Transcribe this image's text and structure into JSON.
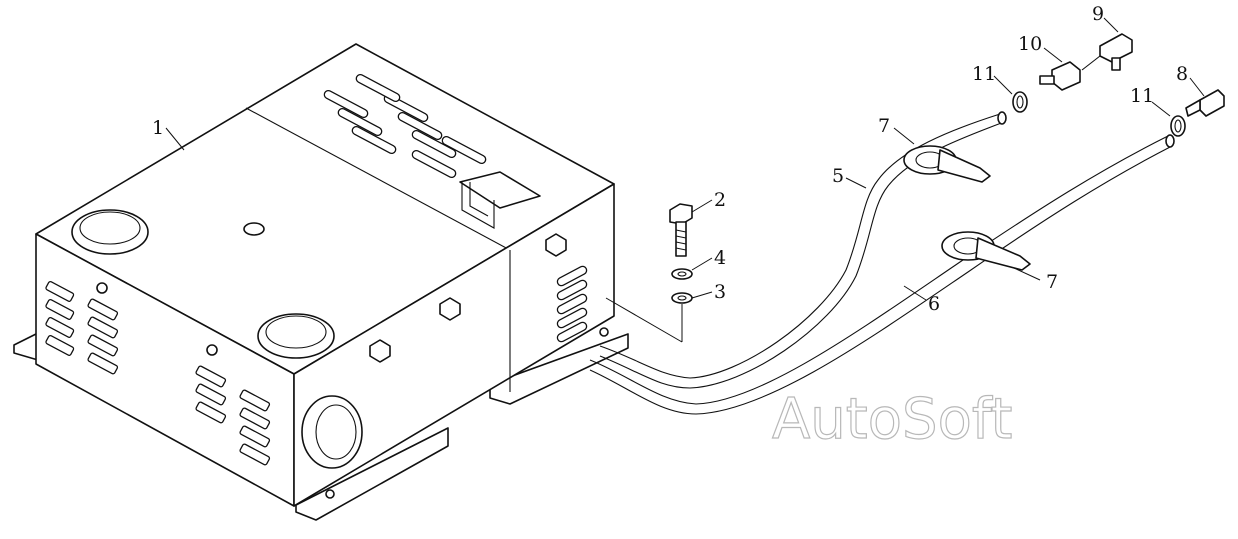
{
  "watermark": "AutoSoft",
  "callouts": [
    "1",
    "2",
    "3",
    "4",
    "5",
    "6",
    "7",
    "7",
    "8",
    "9",
    "10",
    "11",
    "11"
  ]
}
